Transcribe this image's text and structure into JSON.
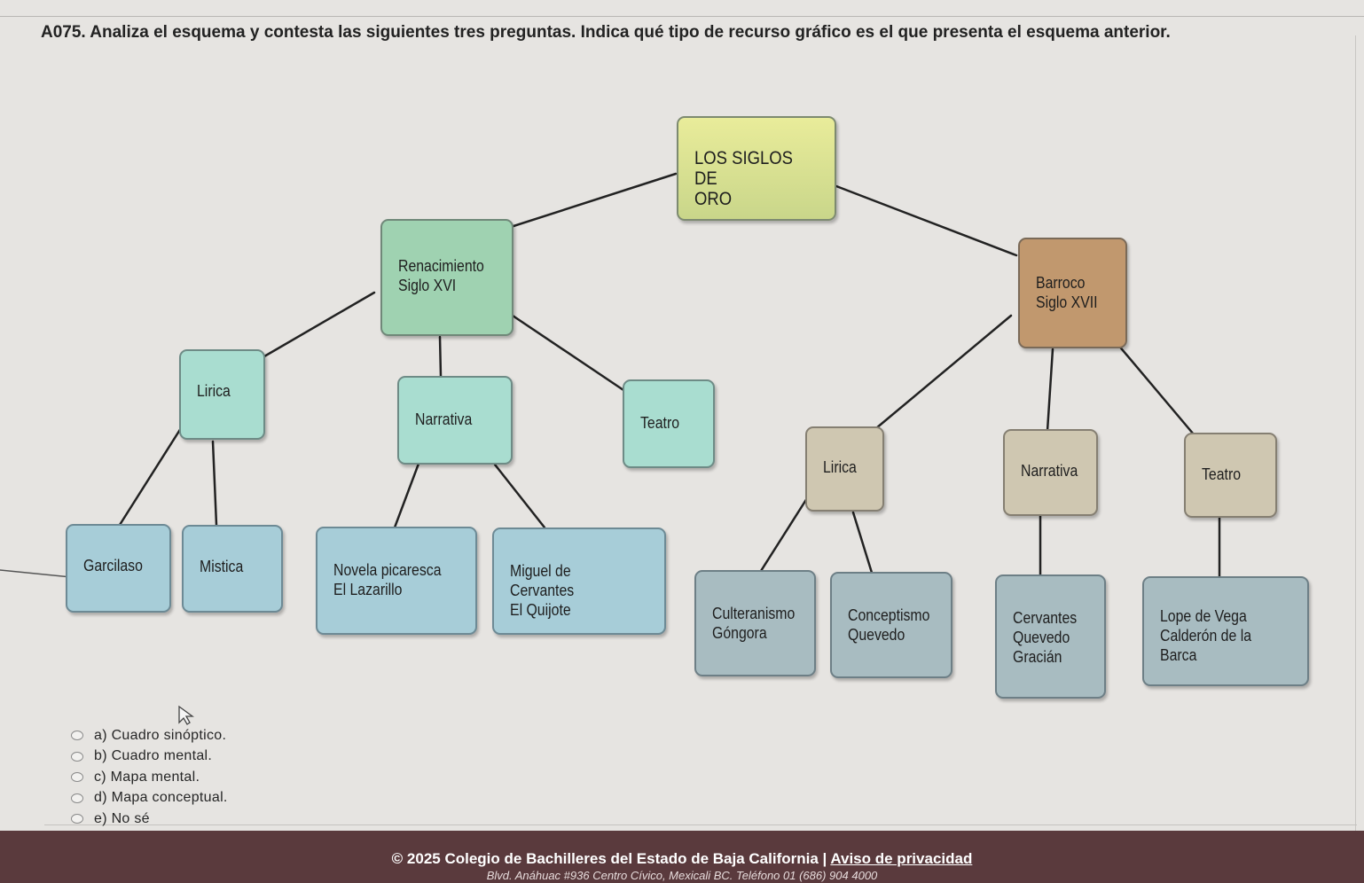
{
  "question": "A075. Analiza el esquema y contesta las siguientes tres preguntas. Indica qué tipo de recurso gráfico es el que presenta el esquema anterior.",
  "diagram": {
    "nodes": {
      "root": "LOS SIGLOS DE\nORO",
      "renacimiento": "Renacimiento\nSiglo XVI",
      "barroco": "Barroco\nSiglo XVII",
      "lirica_r": "Lirica",
      "narrativa_r": "Narrativa",
      "teatro_r": "Teatro",
      "garcilaso": "Garcilaso",
      "mistica": "Mistica",
      "novela": "Novela picaresca\nEl Lazarillo",
      "cervantes_r": "Miguel de Cervantes\nEl Quijote",
      "lirica_b": "Lirica",
      "narrativa_b": "Narrativa",
      "teatro_b": "Teatro",
      "culteranismo": "Culteranismo\nGóngora",
      "conceptismo": "Conceptismo\nQuevedo",
      "autores_b": "Cervantes\nQuevedo\nGracián",
      "dramaturgos_b": "Lope de Vega\nCalderón de la Barca"
    }
  },
  "options": [
    {
      "label": "a) Cuadro sinóptico."
    },
    {
      "label": "b) Cuadro mental."
    },
    {
      "label": "c) Mapa mental."
    },
    {
      "label": "d) Mapa conceptual."
    },
    {
      "label": "e) No sé"
    }
  ],
  "footer": {
    "copyright": "© 2025 Colegio de Bachilleres del Estado de Baja California | ",
    "privacy_link": "Aviso de privacidad",
    "address": "Blvd. Anáhuac #936 Centro Cívico, Mexicali BC. Teléfono 01 (686) 904 4000"
  }
}
